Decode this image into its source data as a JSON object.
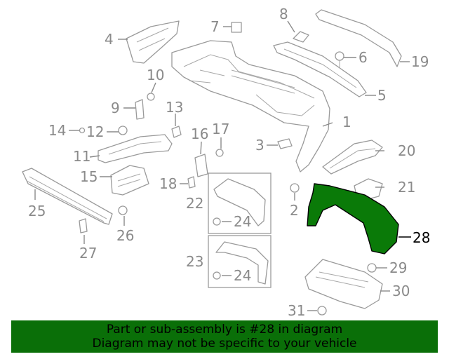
{
  "colors": {
    "highlight_part": "#0a7a08",
    "banner_background": "#0a6f08",
    "line_art": "#9a9a9a",
    "callout_text": "#8a8a8a",
    "highlight_callout": "#000000"
  },
  "callouts": {
    "c1": "1",
    "c2": "2",
    "c3": "3",
    "c4": "4",
    "c5": "5",
    "c6": "6",
    "c7": "7",
    "c8": "8",
    "c9": "9",
    "c10": "10",
    "c11": "11",
    "c12": "12",
    "c13": "13",
    "c14": "14",
    "c15": "15",
    "c16": "16",
    "c17": "17",
    "c18": "18",
    "c19": "19",
    "c20": "20",
    "c21": "21",
    "c22": "22",
    "c23": "23",
    "c24a": "24",
    "c24b": "24",
    "c25": "25",
    "c26": "26",
    "c27": "27",
    "c28": "28",
    "c29": "29",
    "c30": "30",
    "c31": "31"
  },
  "highlighted_part": "28",
  "banner": {
    "line1": "Part or sub-assembly is #28 in diagram",
    "line2": "Diagram may not be specific to your vehicle"
  }
}
